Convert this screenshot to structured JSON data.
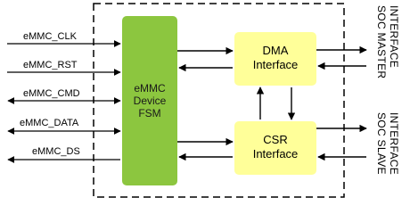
{
  "signals": [
    {
      "label": "eMMC_CLK",
      "dir": "in"
    },
    {
      "label": "eMMC_RST",
      "dir": "in"
    },
    {
      "label": "eMMC_CMD",
      "dir": "bi"
    },
    {
      "label": "eMMC_DATA",
      "dir": "bi"
    },
    {
      "label": "eMMC_DS",
      "dir": "out"
    }
  ],
  "fsm": {
    "line1": "eMMC",
    "line2": "Device",
    "line3": "FSM",
    "color": "#8cc63f"
  },
  "dma": {
    "line1": "DMA",
    "line2": "Interface",
    "color": "#ffff99"
  },
  "csr": {
    "line1": "CSR",
    "line2": "Interface",
    "color": "#ffff99"
  },
  "master": {
    "line1": "SOC MASTER",
    "line2": "INTERFACE"
  },
  "slave": {
    "line1": "SOC SLAVE",
    "line2": "INTERFACE"
  }
}
